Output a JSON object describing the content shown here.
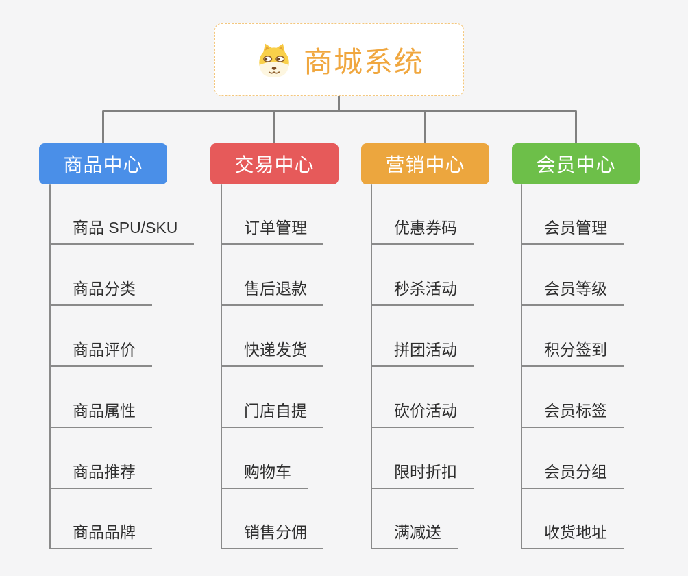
{
  "colors": {
    "background": "#F5F5F6",
    "connector": "#808080",
    "leaf_line": "#8A8A8A",
    "leaf_text": "#2F2F2F",
    "root_text": "#F0A73F",
    "root_border": "#F4C77D"
  },
  "root": {
    "title": "商城系统",
    "icon": "doge-icon"
  },
  "branches": [
    {
      "label": "商品中心",
      "color": "#4A8FE8",
      "children": [
        "商品 SPU/SKU",
        "商品分类",
        "商品评价",
        "商品属性",
        "商品推荐",
        "商品品牌"
      ]
    },
    {
      "label": "交易中心",
      "color": "#E65A5A",
      "children": [
        "订单管理",
        "售后退款",
        "快递发货",
        "门店自提",
        "购物车",
        "销售分佣"
      ]
    },
    {
      "label": "营销中心",
      "color": "#ECA63E",
      "children": [
        "优惠券码",
        "秒杀活动",
        "拼团活动",
        "砍价活动",
        "限时折扣",
        "满减送"
      ]
    },
    {
      "label": "会员中心",
      "color": "#6DBF49",
      "children": [
        "会员管理",
        "会员等级",
        "积分签到",
        "会员标签",
        "会员分组",
        "收货地址"
      ]
    }
  ]
}
